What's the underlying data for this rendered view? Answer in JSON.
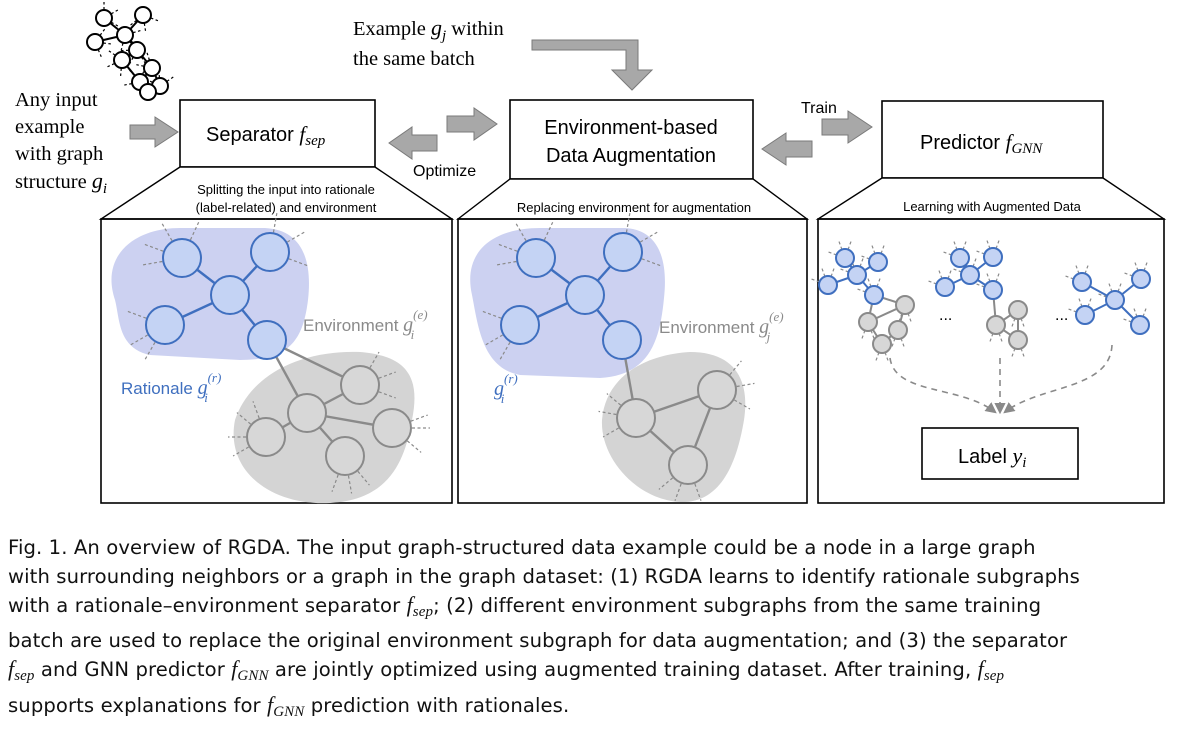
{
  "input": {
    "lines": [
      "Any input",
      "example",
      "with graph",
      "structure"
    ],
    "g_symbol": "g",
    "g_sub": "i"
  },
  "example_j": {
    "line1_prefix": "Example ",
    "g_symbol": "g",
    "g_sub": "j",
    "line1_suffix": " within",
    "line2": "the same batch"
  },
  "separator": {
    "label": "Separator ",
    "f": "f",
    "f_sub": "sep"
  },
  "env_aug": {
    "line1": "Environment-based",
    "line2": "Data Augmentation"
  },
  "predictor": {
    "label": "Predictor ",
    "f": "f",
    "f_sub": "GNN"
  },
  "optimize_label": "Optimize",
  "train_label": "Train",
  "panels": {
    "separator_caption": [
      "Splitting the input into rationale",
      "(label-related) and environment"
    ],
    "augmentation_caption": "Replacing environment for augmentation",
    "learning_caption": "Learning with Augmented Data"
  },
  "graph_labels": {
    "environment_i": "Environment ",
    "rationale_i": "Rationale ",
    "environment_j": "Environment ",
    "g": "g",
    "sup_e": "(e)",
    "sup_r": "(r)",
    "sub_i": "i",
    "sub_j": "j",
    "ellipsis": "..."
  },
  "label_box": {
    "label": "Label ",
    "y": "y",
    "y_sub": "i"
  },
  "colors": {
    "rationale_blue": "#3f6fbf",
    "rationale_fill": "#c9cff0",
    "environment_gray": "#8a8a8a",
    "environment_fill": "#d4d4d4",
    "node_fill_blue": "#c4d3f4",
    "node_fill_gray": "#d7d7d7",
    "arrow_gray": "#a8a8a8"
  },
  "caption": {
    "line1": "Fig. 1.  An overview of RGDA. The input graph-structured data example could be a node in a large graph",
    "line2": "with surrounding neighbors or a graph in the graph dataset: (1) RGDA learns to identify rationale subgraphs",
    "line3_prefix": "with a rationale–environment separator ",
    "line3_suffix": "; (2) different environment subgraphs from the same training",
    "line4": "batch are used to replace the original environment subgraph for data augmentation; and (3) the separator",
    "line5_middle": " and GNN predictor ",
    "line5_suffix": " are jointly optimized using augmented training dataset. After training, ",
    "line6_prefix": "supports explanations for ",
    "line6_suffix": " prediction with rationales.",
    "f": "f",
    "sub_sep": "sep",
    "sub_gnn": "GNN"
  }
}
